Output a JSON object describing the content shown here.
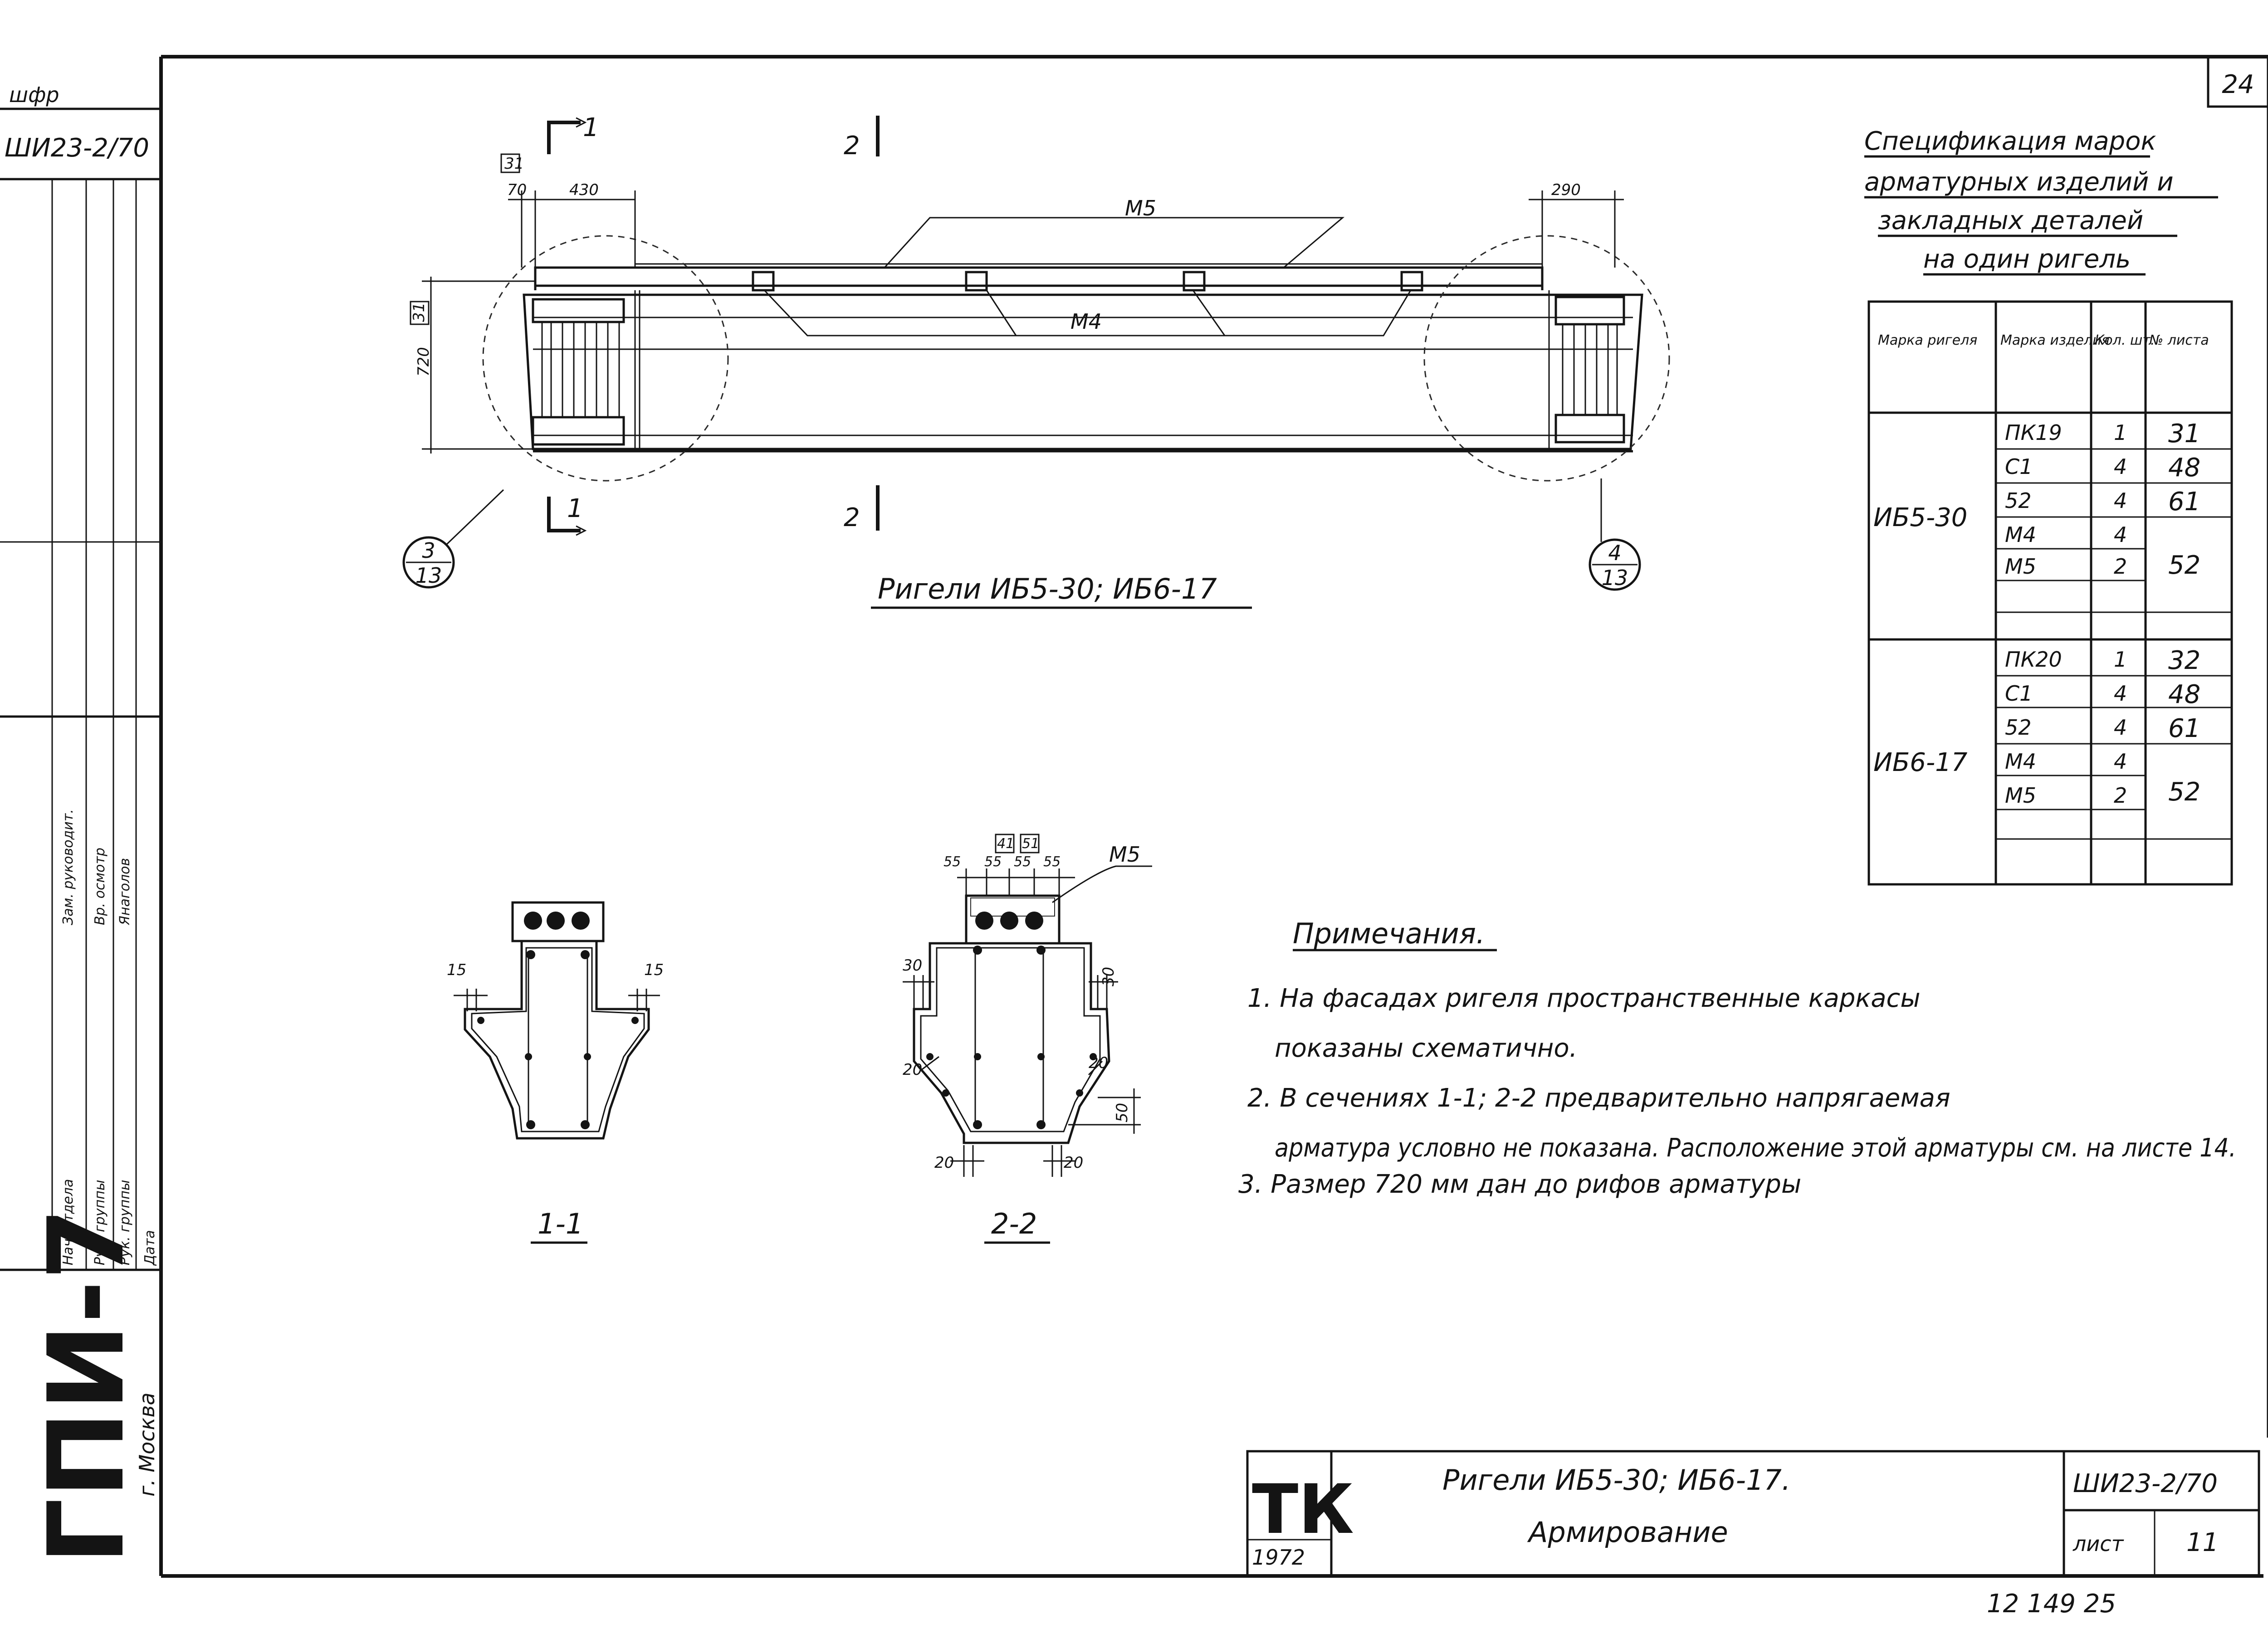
{
  "sheet": {
    "number": "24",
    "corner_code_top": "шфр",
    "corner_code": "ШИ23-2/70",
    "org_name": "ГПИ-7",
    "org_city": "г. Москва",
    "left_stamp_labels": [
      "Нач. отдела",
      "Рук. группы",
      "Рук. группы",
      "Дата",
      "Зам. руководит.",
      "Вр. осмотр",
      "Янаголов"
    ],
    "bottom_number": "12 149   25"
  },
  "elevation": {
    "caption": "Ригели ИБ5-30; ИБ6-17",
    "section_1_label": "1",
    "section_2_label": "2",
    "dims": {
      "top_small": "70",
      "top_430": "430",
      "top_right": "290",
      "height": "720",
      "height_tag": "31",
      "small_tag": "31"
    },
    "labels": {
      "m5": "М5",
      "m4": "М4"
    },
    "callout_left": {
      "top": "3",
      "bottom": "13"
    },
    "callout_right": {
      "top": "4",
      "bottom": "13"
    }
  },
  "section_1_1": {
    "caption": "1-1",
    "dims": [
      "15",
      "15"
    ]
  },
  "section_2_2": {
    "caption": "2-2",
    "dims": [
      "55",
      "55",
      "55",
      "55",
      "30",
      "30",
      "20",
      "20",
      "50",
      "20",
      "20"
    ],
    "tags": [
      "41",
      "51"
    ],
    "label_m5": "М5"
  },
  "spec": {
    "title_lines": [
      "Спецификация марок",
      "арматурных изделий и",
      "закладных деталей",
      "на один ригель"
    ],
    "headers": [
      "Марка ригеля",
      "Марка изделия",
      "Кол. шт.",
      "№ листа"
    ],
    "groups": [
      {
        "mark": "ИБ5-30",
        "rows": [
          {
            "item": "ПК19",
            "qty": "1",
            "sheet": "31"
          },
          {
            "item": "С1",
            "qty": "4",
            "sheet": "48"
          },
          {
            "item": "52",
            "qty": "4",
            "sheet": "61"
          },
          {
            "item": "М4",
            "qty": "4",
            "sheet": "52"
          },
          {
            "item": "М5",
            "qty": "2",
            "sheet": ""
          },
          {
            "item": "",
            "qty": "",
            "sheet": ""
          }
        ]
      },
      {
        "mark": "ИБ6-17",
        "rows": [
          {
            "item": "ПК20",
            "qty": "1",
            "sheet": "32"
          },
          {
            "item": "С1",
            "qty": "4",
            "sheet": "48"
          },
          {
            "item": "52",
            "qty": "4",
            "sheet": "61"
          },
          {
            "item": "М4",
            "qty": "4",
            "sheet": "52"
          },
          {
            "item": "М5",
            "qty": "2",
            "sheet": ""
          },
          {
            "item": "",
            "qty": "",
            "sheet": ""
          }
        ]
      }
    ]
  },
  "notes": {
    "title": "Примечания.",
    "lines": [
      "1. На фасадах ригеля пространственные каркасы",
      "показаны схематично.",
      "2. В сечениях 1-1; 2-2 предварительно напрягаемая",
      "арматура условно не показана. Расположение этой арматуры см. на листе 14.",
      "3. Размер 720 мм дан до рифов арматуры"
    ]
  },
  "title_block": {
    "logo": "ТК",
    "year": "1972",
    "line1": "Ригели ИБ5-30; ИБ6-17.",
    "line2": "Армирование",
    "code": "ШИ23-2/70",
    "sheet_label": "лист",
    "sheet_value": "11"
  }
}
